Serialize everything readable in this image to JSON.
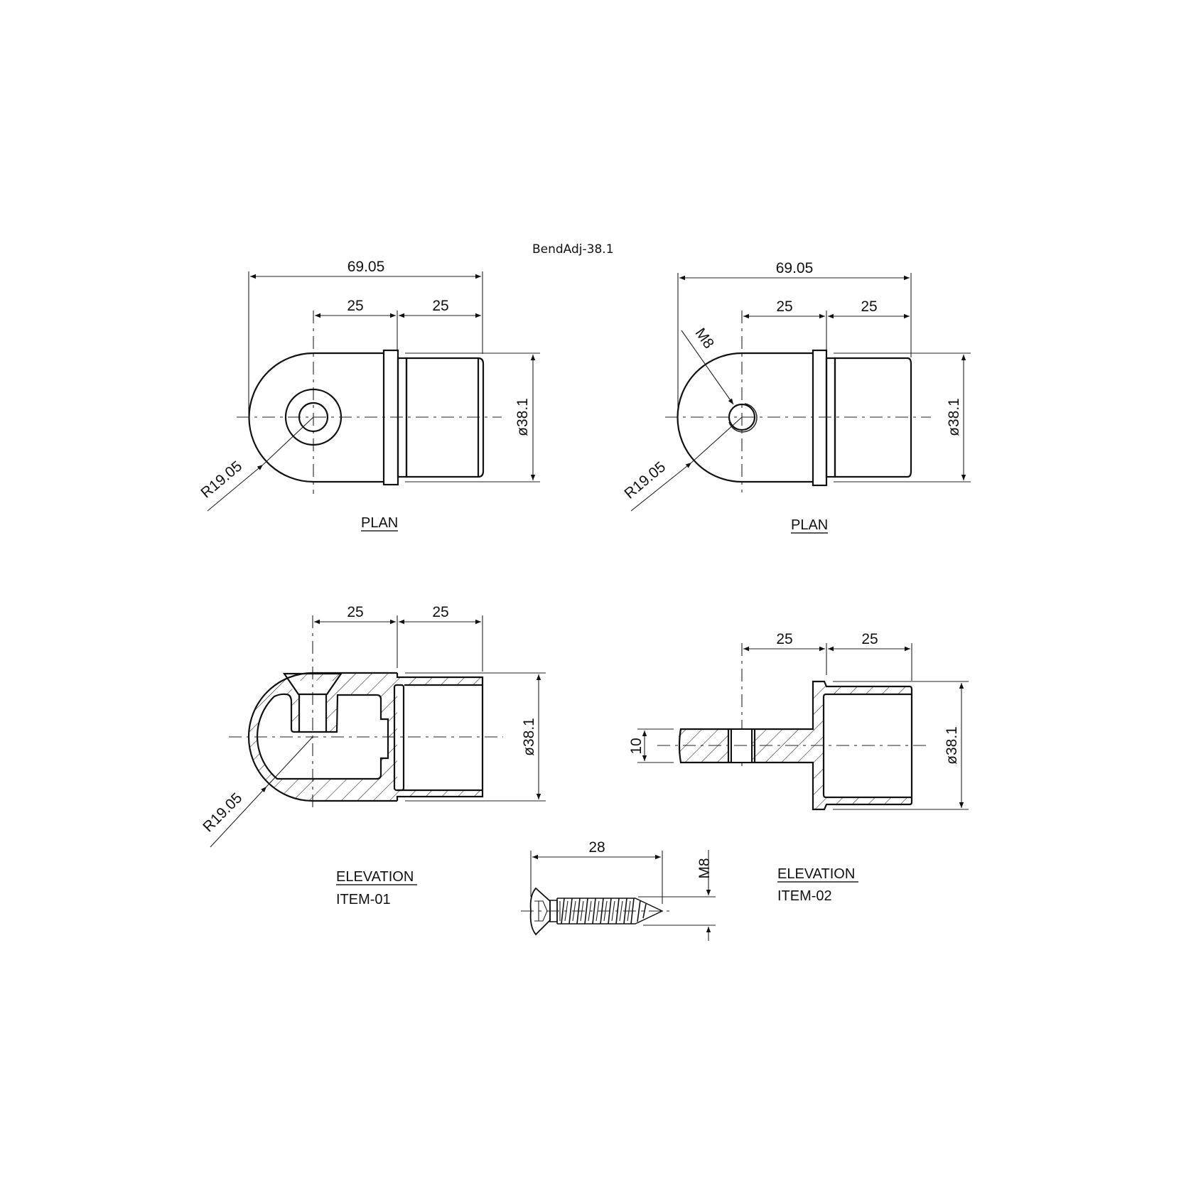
{
  "title": "BendAdj-38.1",
  "colors": {
    "line": "#111111",
    "background": "#ffffff"
  },
  "views": {
    "plan1": {
      "label": "PLAN",
      "dims": {
        "overall": "69.05",
        "seg1": "25",
        "seg2": "25",
        "diameter": "ø38.1",
        "radius": "R19.05"
      }
    },
    "plan2": {
      "label": "PLAN",
      "dims": {
        "overall": "69.05",
        "seg1": "25",
        "seg2": "25",
        "diameter": "ø38.1",
        "radius": "R19.05",
        "thread": "M8"
      }
    },
    "elev1": {
      "label": "ELEVATION",
      "item": "ITEM-01",
      "dims": {
        "seg1": "25",
        "seg2": "25",
        "diameter": "ø38.1",
        "radius": "R19.05"
      }
    },
    "elev2": {
      "label": "ELEVATION",
      "item": "ITEM-02",
      "dims": {
        "seg1": "25",
        "seg2": "25",
        "diameter": "ø38.1",
        "stem": "10"
      }
    },
    "screw": {
      "dims": {
        "length": "28",
        "thread": "M8"
      }
    }
  }
}
